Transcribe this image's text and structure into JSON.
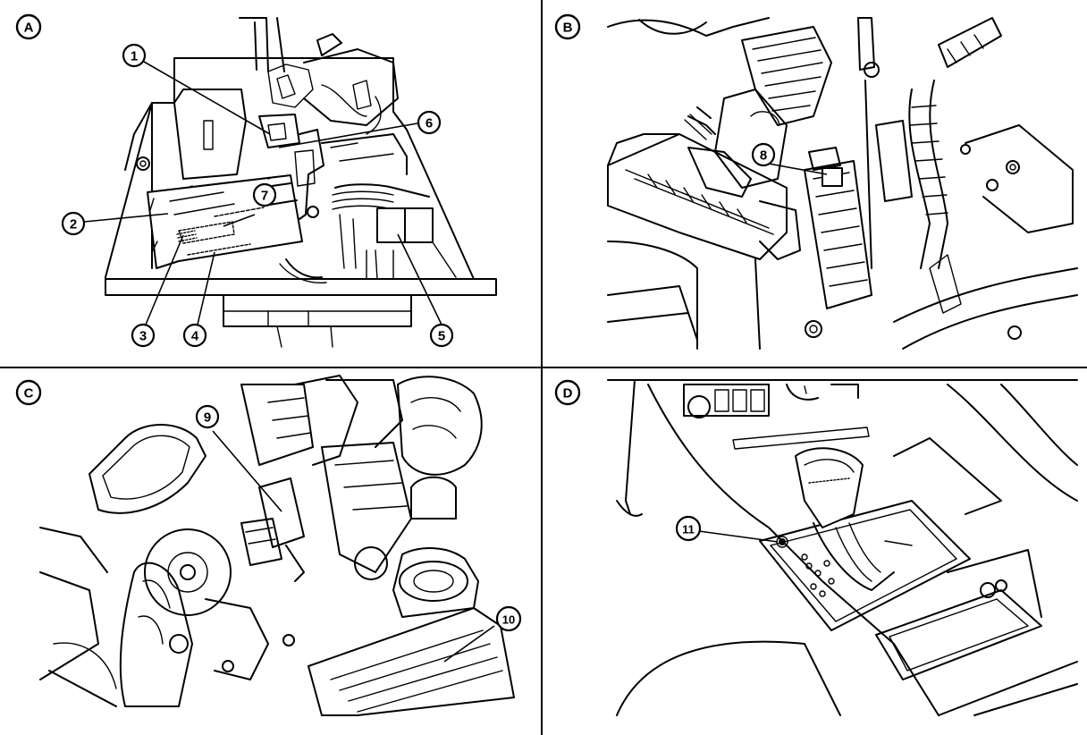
{
  "views": [
    {
      "id": "A",
      "label": "A"
    },
    {
      "id": "B",
      "label": "B"
    },
    {
      "id": "C",
      "label": "C"
    },
    {
      "id": "D",
      "label": "D"
    }
  ],
  "callouts": {
    "c1": "1",
    "c2": "2",
    "c3": "3",
    "c4": "4",
    "c5": "5",
    "c6": "6",
    "c7": "7",
    "c8": "8",
    "c9": "9",
    "c10": "10",
    "c11": "11"
  },
  "colors": {
    "line": "#000000",
    "background": "#ffffff"
  }
}
